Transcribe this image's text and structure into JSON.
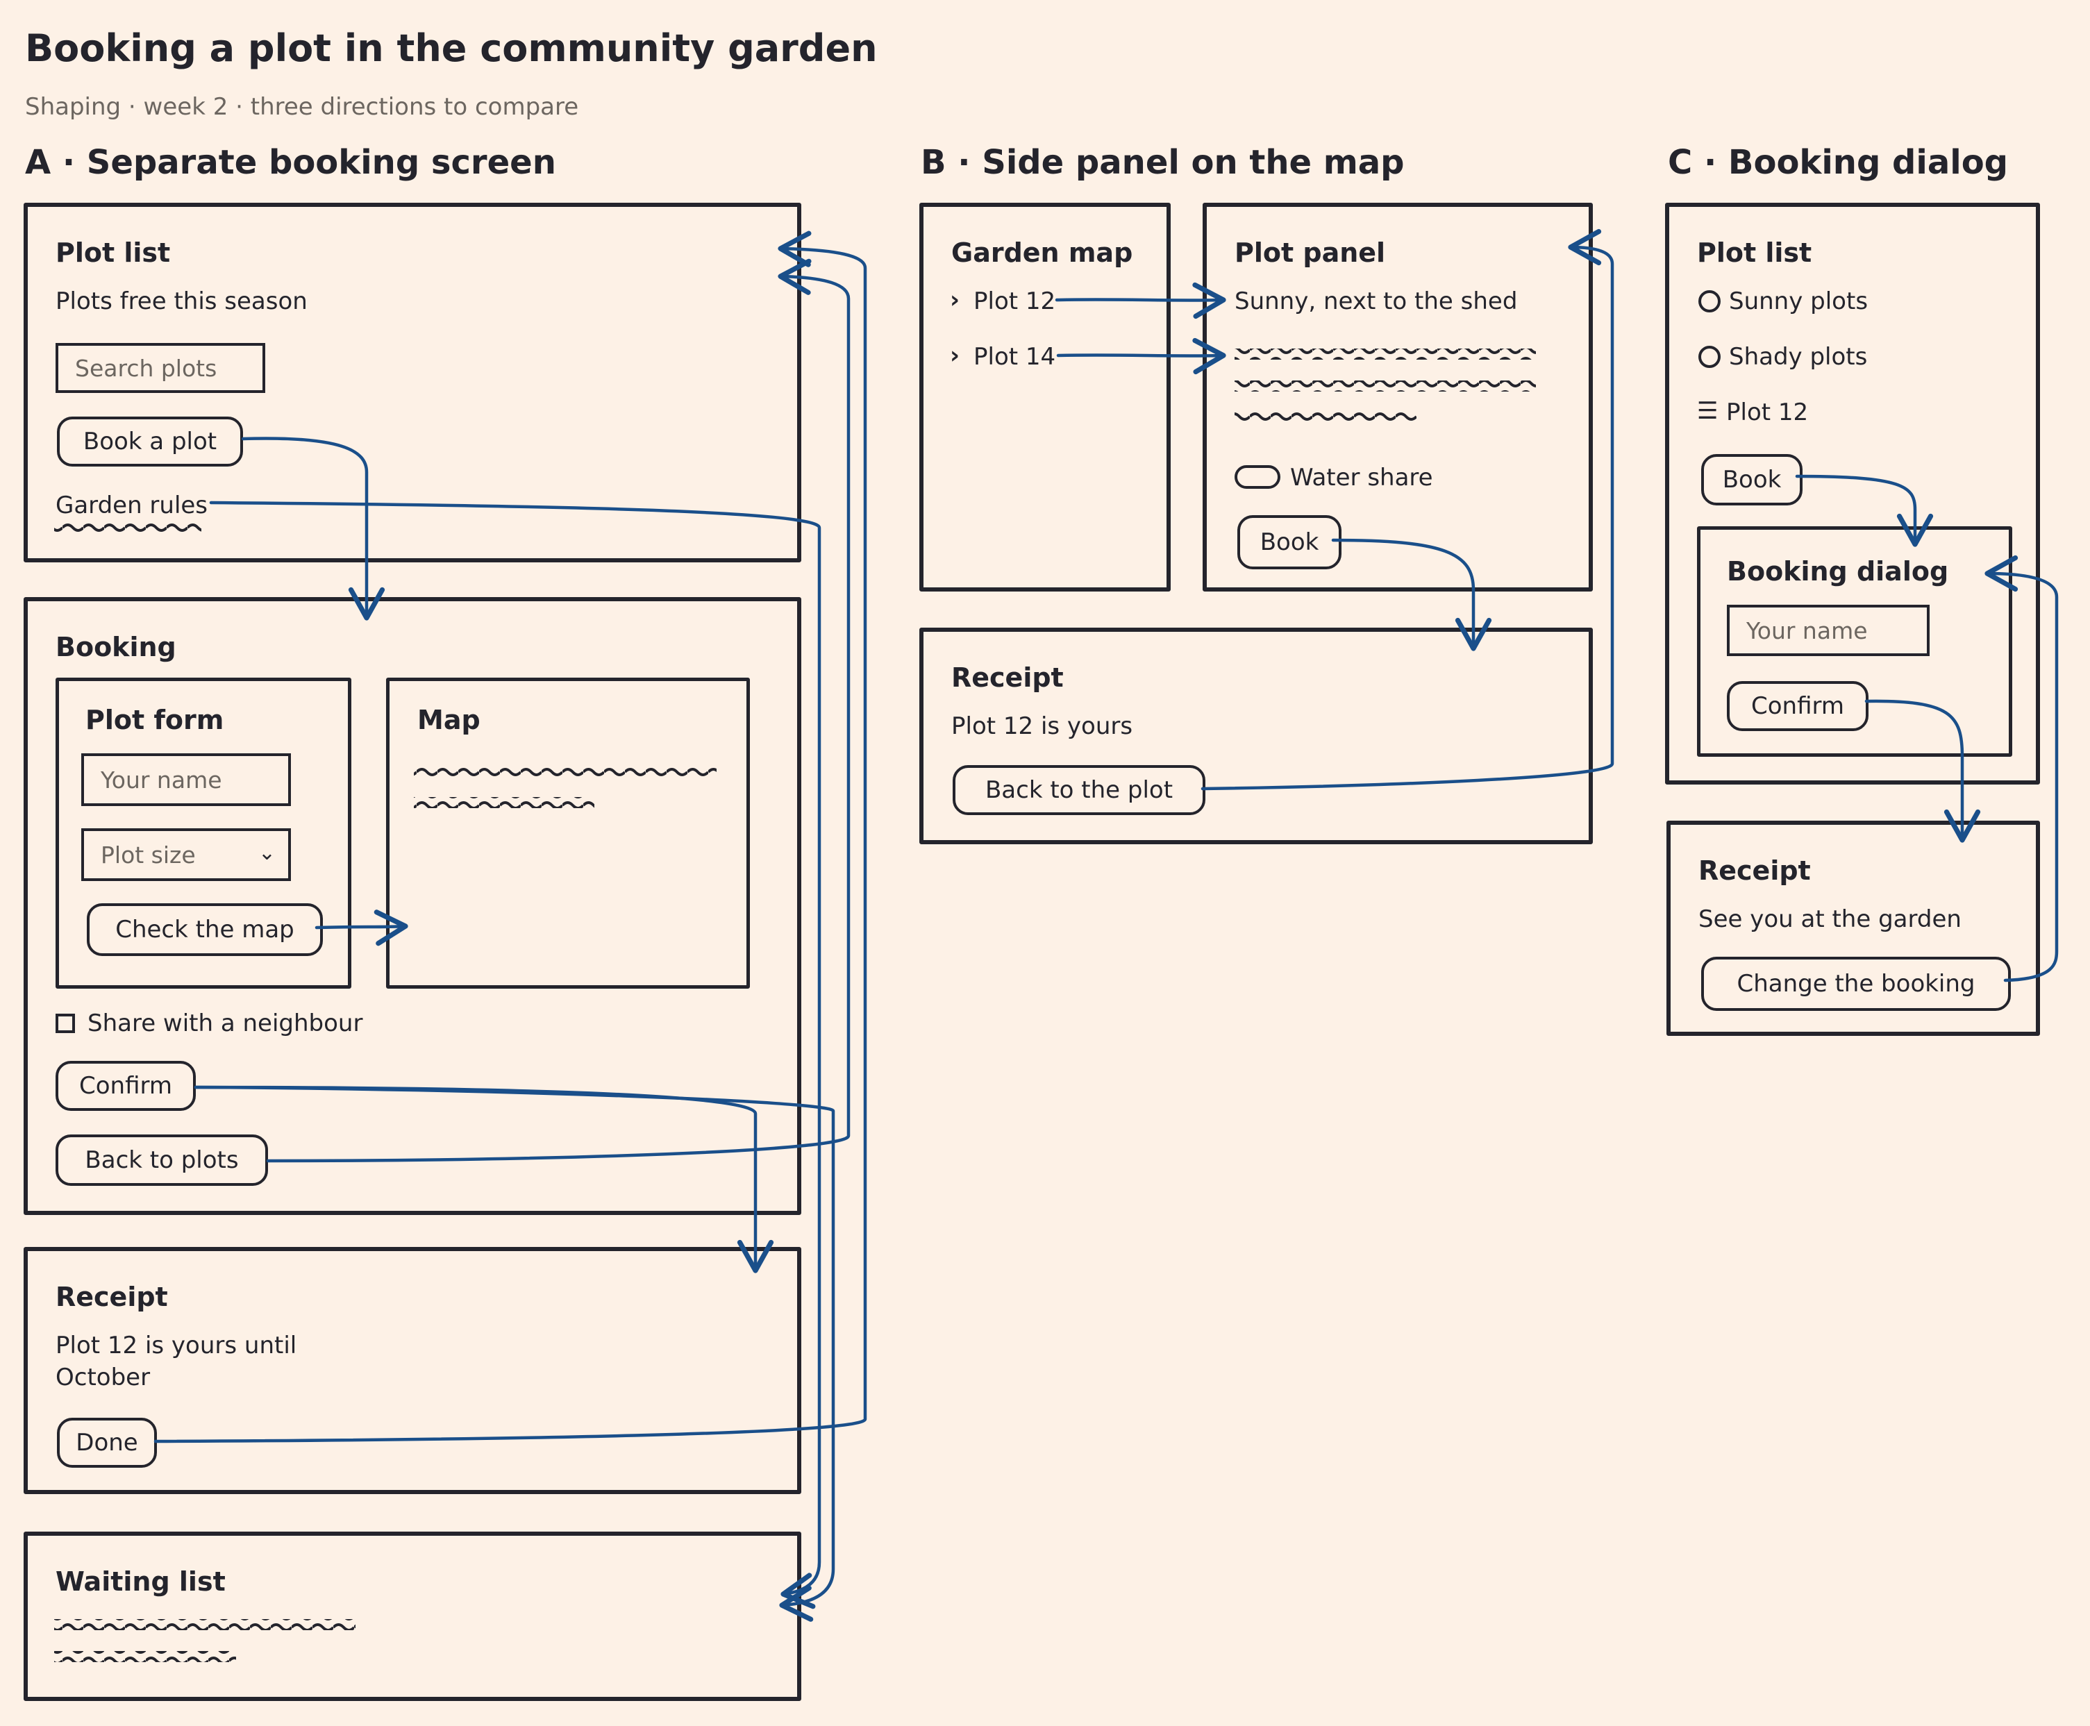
{
  "title": "Booking a plot in the community garden",
  "subtitle": "Shaping · week 2 · three directions to compare",
  "directions": {
    "a": {
      "heading": "A · Separate booking screen",
      "plot_list": {
        "title": "Plot list",
        "text": "Plots free this season",
        "search_placeholder": "Search plots",
        "book_button": "Book a plot",
        "rules_link": "Garden rules"
      },
      "booking": {
        "title": "Booking",
        "form_title": "Plot form",
        "name_placeholder": "Your name",
        "size_placeholder": "Plot size",
        "check_map_button": "Check the map",
        "map_title": "Map",
        "share_label": "Share with a neighbour",
        "confirm_button": "Confirm",
        "back_button": "Back to plots"
      },
      "receipt": {
        "title": "Receipt",
        "text_line1": "Plot 12 is yours until",
        "text_line2": "October",
        "done_button": "Done"
      },
      "waiting_list": {
        "title": "Waiting list"
      }
    },
    "b": {
      "heading": "B · Side panel on the map",
      "garden_map": {
        "title": "Garden map",
        "items": [
          "Plot 12",
          "Plot 14"
        ]
      },
      "plot_panel": {
        "title": "Plot panel",
        "text": "Sunny, next to the shed",
        "toggle_label": "Water share",
        "book_button": "Book"
      },
      "receipt": {
        "title": "Receipt",
        "text": "Plot 12 is yours",
        "back_button": "Back to the plot"
      }
    },
    "c": {
      "heading": "C · Booking dialog",
      "plot_list": {
        "title": "Plot list",
        "options": [
          "Sunny plots",
          "Shady plots"
        ],
        "item": "Plot 12",
        "book_button": "Book"
      },
      "dialog": {
        "title": "Booking dialog",
        "name_placeholder": "Your name",
        "confirm_button": "Confirm"
      },
      "receipt": {
        "title": "Receipt",
        "text": "See you at the garden",
        "change_button": "Change the booking"
      }
    }
  },
  "colors": {
    "background": "#fdf1e6",
    "ink": "#24242c",
    "arrow": "#1a4f8a",
    "muted": "#6c6660"
  }
}
